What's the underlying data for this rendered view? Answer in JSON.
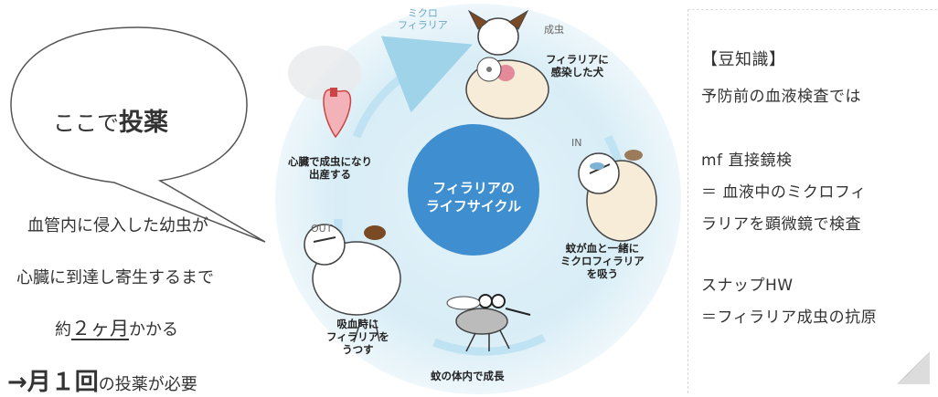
{
  "bubble": {
    "prefix": "ここで",
    "emphasis": "投薬"
  },
  "left_notes": {
    "line1": "血管内に侵入した幼虫が",
    "line2": "心臓に到達し寄生するまで",
    "line3_prefix": "約",
    "line3_underlined": "２ヶ月",
    "line3_suffix": "かかる",
    "line4_arrow_bold": "→月１回",
    "line4_suffix": "の投薬が必要"
  },
  "cycle": {
    "center_line1": "フィラリアの",
    "center_line2": "ライフサイクル",
    "microfilaria_line1": "ミクロ",
    "microfilaria_line2": "フィラリア",
    "adult_label": "成虫",
    "in_label": "IN",
    "out_label": "OUT",
    "infected_dog_line1": "フィラリアに",
    "infected_dog_line2": "感染した犬",
    "mosquito_sucks_line1": "蚊が血と一緒に",
    "mosquito_sucks_line2": "ミクロフィラリア",
    "mosquito_sucks_line3": "を吸う",
    "grow_in_mosquito": "蚊の体内で成長",
    "transmit_line1": "吸血時に",
    "transmit_line2": "フィラリアを",
    "transmit_line3": "うつす",
    "heart_line1": "心臓で成虫になり",
    "heart_line2": "出産する"
  },
  "info_panel": {
    "title": "【豆知識】",
    "line1": "予防前の血液検査では",
    "line2": "mf 直接鏡検",
    "line3": "＝ 血液中のミクロフィ",
    "line4": "ラリアを顕微鏡で検査",
    "line5": "スナップHW",
    "line6": "＝フィラリア成虫の抗原"
  },
  "colors": {
    "ring": "#cfe8f3",
    "center": "#3f8fd0",
    "arrow": "#bfe3f2"
  }
}
